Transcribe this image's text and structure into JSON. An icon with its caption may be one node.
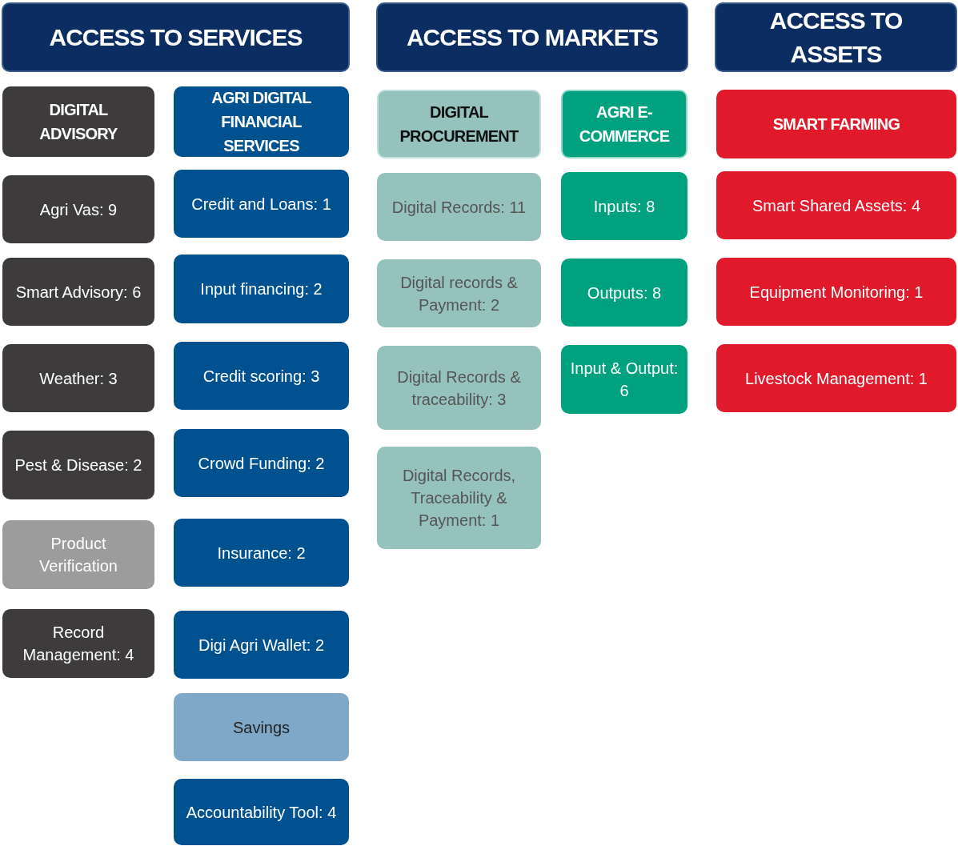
{
  "diagram": {
    "nodes": [
      {
        "text": [
          "ACCESS TO SERVICES"
        ]
      },
      {
        "text": [
          "DIGITAL ADVISORY"
        ]
      },
      {
        "text": [
          "Agri Vas: 9"
        ]
      },
      {
        "text": [
          "Smart Advisory: 6"
        ]
      },
      {
        "text": [
          "Weather: 3"
        ]
      },
      {
        "text": [
          "Pest & Disease: 2"
        ]
      },
      {
        "text": [
          "Product Verification"
        ]
      },
      {
        "text": [
          "Record Management: 4"
        ]
      },
      {
        "text": [
          "AGRI DIGITAL FINANCIAL SERVICES"
        ]
      },
      {
        "text": [
          "Credit and Loans: 1"
        ]
      },
      {
        "text": [
          "Input financing: 2"
        ]
      },
      {
        "text": [
          "Credit scoring: 3"
        ]
      },
      {
        "text": [
          "Crowd Funding: 2"
        ]
      },
      {
        "text": [
          "Insurance: 2"
        ]
      },
      {
        "text": [
          "Digi Agri Wallet: 2"
        ]
      },
      {
        "text": [
          "Savings"
        ]
      },
      {
        "text": [
          "Accountability Tool: 4"
        ]
      },
      {
        "text": [
          "ACCESS TO MARKETS"
        ]
      },
      {
        "text": [
          "DIGITAL PROCUREMENT"
        ]
      },
      {
        "text": [
          "Digital Records: 11"
        ]
      },
      {
        "text": [
          "Digital records & Payment: 2"
        ]
      },
      {
        "text": [
          "Digital Records & traceability: 3"
        ]
      },
      {
        "text": [
          "Digital Records, Traceability & Payment: 1"
        ]
      },
      {
        "text": [
          "AGRI E-COMMERCE"
        ]
      },
      {
        "text": [
          "Inputs: 8"
        ]
      },
      {
        "text": [
          "Outputs: 8"
        ]
      },
      {
        "text": [
          "Input & Output: 6"
        ]
      },
      {
        "text": [
          "ACCESS TO ASSETS"
        ]
      },
      {
        "text": [
          "SMART FARMING"
        ]
      },
      {
        "text": [
          "Smart Shared Assets: 4"
        ]
      },
      {
        "text": [
          "Equipment Monitoring: 1"
        ]
      },
      {
        "text": [
          "Livestock Management: 1"
        ]
      }
    ],
    "edges": []
  }
}
